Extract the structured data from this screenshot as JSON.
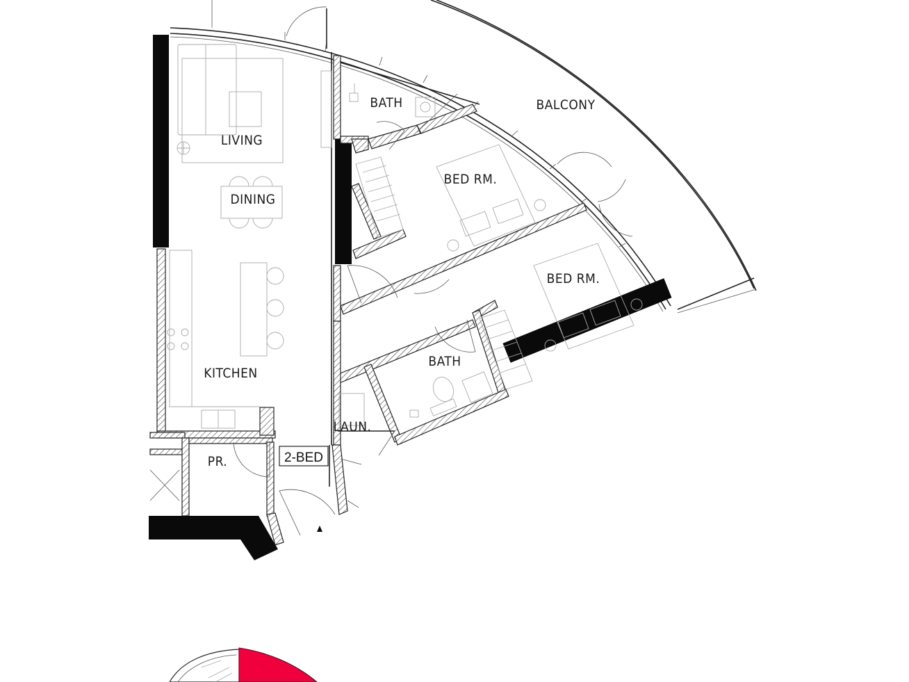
{
  "unit": {
    "type_label": "2-BED"
  },
  "rooms": {
    "living": "LIVING",
    "dining": "DINING",
    "kitchen": "KITCHEN",
    "bath_1": "BATH",
    "bed_1": "BED RM.",
    "balcony": "BALCONY",
    "bed_2": "BED RM.",
    "bath_2": "BATH",
    "laundry": "LAUN.",
    "pr": "PR."
  },
  "colors": {
    "wall_solid": "#0a0a0a",
    "line": "#222222",
    "key_plan_highlight": "#f0003c"
  }
}
